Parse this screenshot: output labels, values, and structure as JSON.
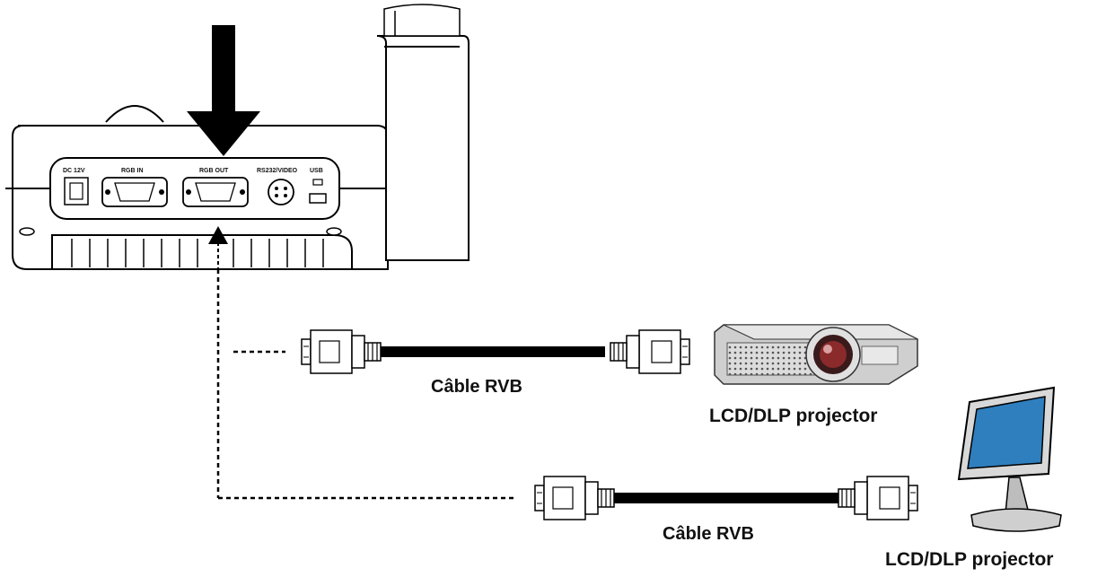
{
  "ports": [
    {
      "label": "DC 12V"
    },
    {
      "label": "RGB IN"
    },
    {
      "label": "RGB OUT"
    },
    {
      "label": "RS232/VIDEO"
    },
    {
      "label": "USB"
    }
  ],
  "cables": [
    {
      "label": "Câble RVB"
    },
    {
      "label": "Câble RVB"
    }
  ],
  "devices": [
    {
      "label": "LCD/DLP projector",
      "icon": "projector-icon"
    },
    {
      "label": "LCD/DLP projector",
      "icon": "monitor-icon"
    }
  ],
  "colors": {
    "line": "#000000",
    "screen": "#2f7fbf",
    "lens": "#8a2a2a"
  }
}
